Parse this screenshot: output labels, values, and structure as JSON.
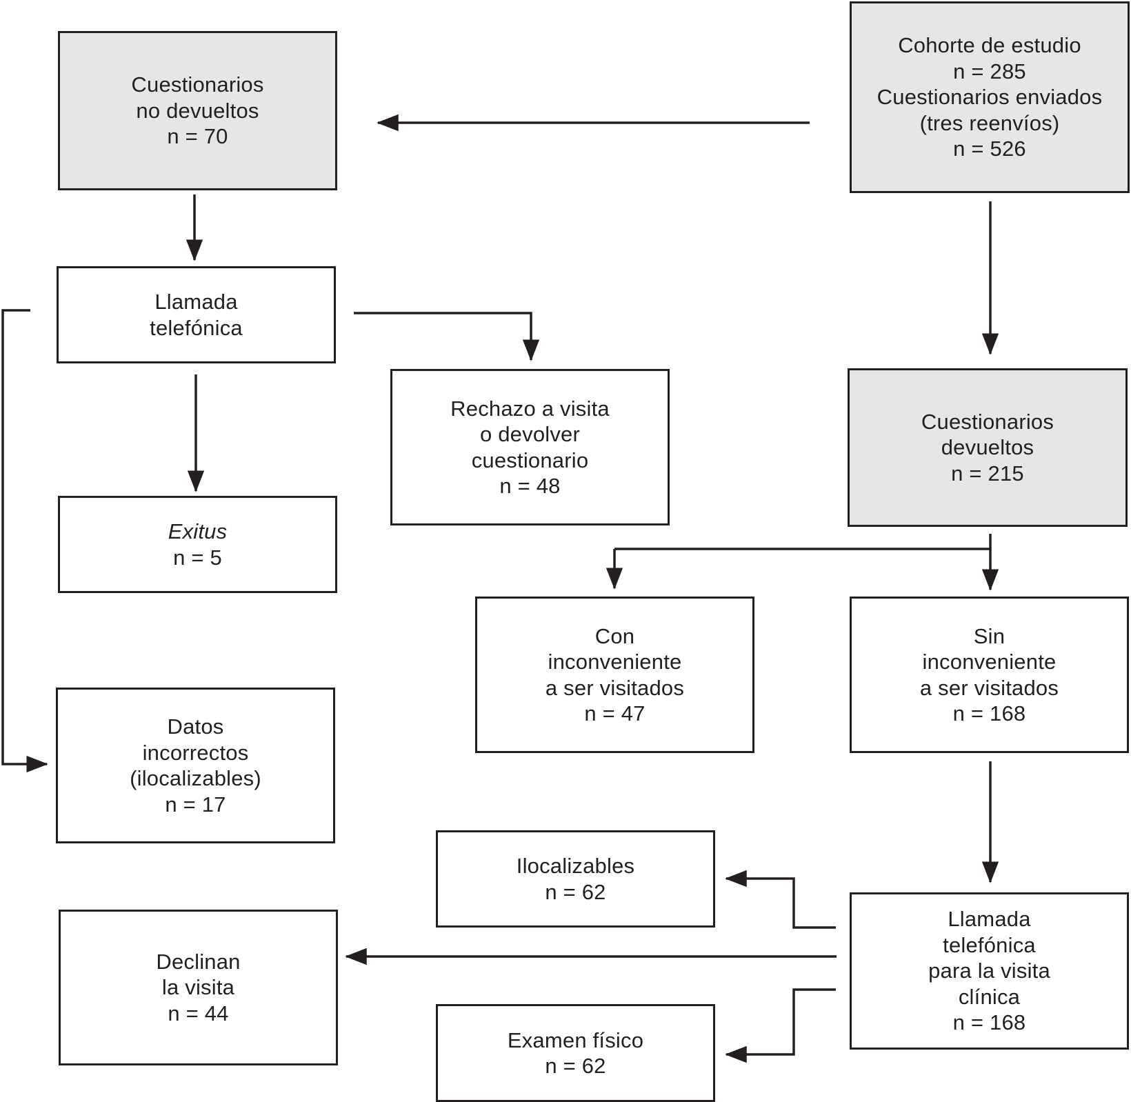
{
  "diagram": {
    "nodes": {
      "cuestionarios_no_devueltos": {
        "lines": [
          "Cuestionarios",
          "no devueltos",
          "n = 70"
        ],
        "shaded": true
      },
      "cohorte_de_estudio": {
        "lines": [
          "Cohorte de estudio",
          "n = 285",
          "Cuestionarios enviados",
          "(tres reenvíos)",
          "n = 526"
        ],
        "shaded": true
      },
      "llamada_telefonica": {
        "lines": [
          "Llamada",
          "telefónica"
        ],
        "shaded": false
      },
      "rechazo_a_visita": {
        "lines": [
          "Rechazo a visita",
          "o devolver",
          "cuestionario",
          "n = 48"
        ],
        "shaded": false
      },
      "cuestionarios_devueltos": {
        "lines": [
          "Cuestionarios",
          "devueltos",
          "n = 215"
        ],
        "shaded": true
      },
      "exitus": {
        "lines": [
          "Exitus",
          "n = 5"
        ],
        "shaded": false
      },
      "con_inconveniente": {
        "lines": [
          "Con",
          "inconveniente",
          "a ser visitados",
          "n = 47"
        ],
        "shaded": false
      },
      "sin_inconveniente": {
        "lines": [
          "Sin",
          "inconveniente",
          "a ser visitados",
          "n = 168"
        ],
        "shaded": false
      },
      "datos_incorrectos": {
        "lines": [
          "Datos",
          "incorrectos",
          "(ilocalizables)",
          "n = 17"
        ],
        "shaded": false
      },
      "ilocalizables": {
        "lines": [
          "Ilocalizables",
          "n = 62"
        ],
        "shaded": false
      },
      "llamada_visita_clinica": {
        "lines": [
          "Llamada",
          "telefónica",
          "para la visita",
          "clínica",
          "n = 168"
        ],
        "shaded": false
      },
      "declinan_la_visita": {
        "lines": [
          "Declinan",
          "la visita",
          "n = 44"
        ],
        "shaded": false
      },
      "examen_fisico": {
        "lines": [
          "Examen físico",
          "n = 62"
        ],
        "shaded": false
      }
    },
    "edges": [
      {
        "from": "cohorte_de_estudio",
        "to": "cuestionarios_no_devueltos"
      },
      {
        "from": "cohorte_de_estudio",
        "to": "cuestionarios_devueltos"
      },
      {
        "from": "cuestionarios_no_devueltos",
        "to": "llamada_telefonica"
      },
      {
        "from": "llamada_telefonica",
        "to": "rechazo_a_visita"
      },
      {
        "from": "llamada_telefonica",
        "to": "exitus"
      },
      {
        "from": "llamada_telefonica",
        "to": "datos_incorrectos"
      },
      {
        "from": "cuestionarios_devueltos",
        "to": "con_inconveniente"
      },
      {
        "from": "cuestionarios_devueltos",
        "to": "sin_inconveniente"
      },
      {
        "from": "sin_inconveniente",
        "to": "llamada_visita_clinica"
      },
      {
        "from": "llamada_visita_clinica",
        "to": "ilocalizables"
      },
      {
        "from": "llamada_visita_clinica",
        "to": "declinan_la_visita"
      },
      {
        "from": "llamada_visita_clinica",
        "to": "examen_fisico"
      }
    ],
    "colors": {
      "stroke": "#231f20",
      "text": "#231f20",
      "shaded_fill": "#e6e6e6",
      "plain_fill": "#ffffff"
    }
  }
}
